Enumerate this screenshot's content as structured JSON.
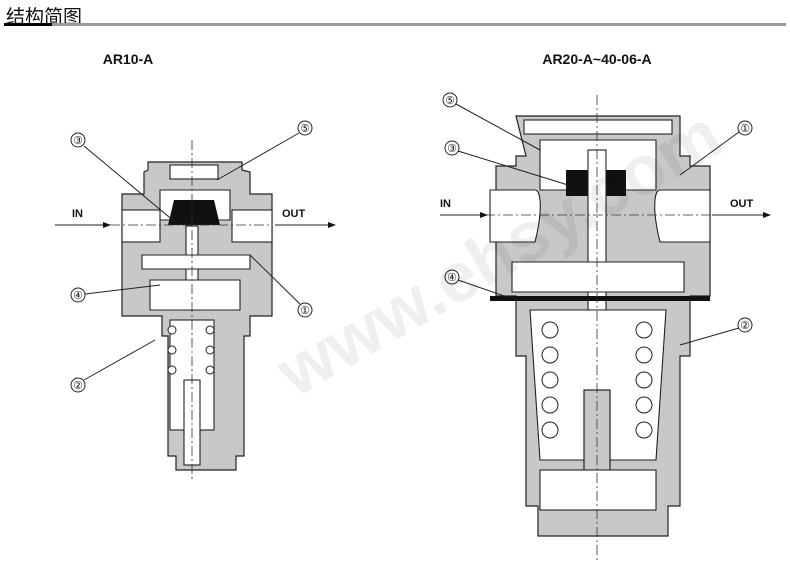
{
  "header": {
    "title": "结构简图"
  },
  "diagrams": [
    {
      "title": "AR10-A",
      "in_label": "IN",
      "out_label": "OUT",
      "callouts": [
        "①",
        "②",
        "③",
        "④",
        "⑤"
      ]
    },
    {
      "title": "AR20-A~40-06-A",
      "in_label": "IN",
      "out_label": "OUT",
      "callouts": [
        "①",
        "②",
        "③",
        "④",
        "⑤"
      ]
    }
  ],
  "watermark": "www.ehsy.com"
}
